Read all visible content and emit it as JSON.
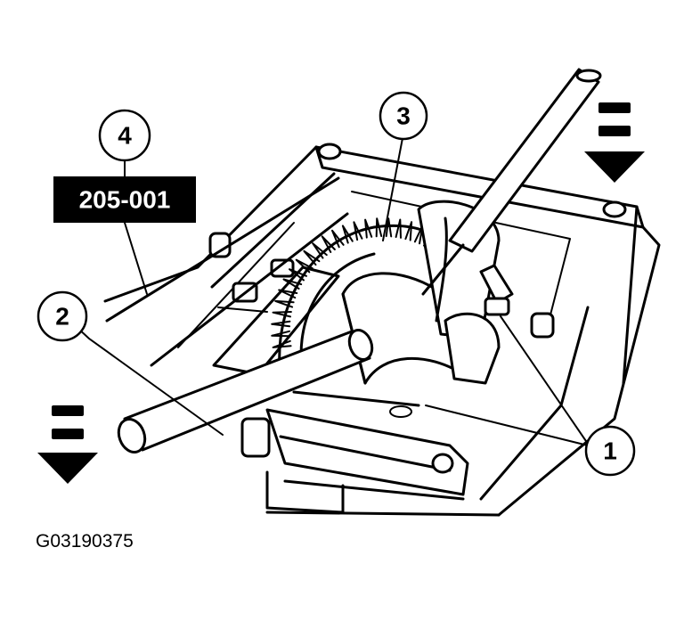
{
  "callouts": [
    {
      "label": "1"
    },
    {
      "label": "2"
    },
    {
      "label": "3"
    },
    {
      "label": "4"
    }
  ],
  "tool_number": "205-001",
  "figure_id": "G03190375",
  "icons": [
    "press-down-arrow-icon"
  ],
  "colors": {
    "ink": "#000000",
    "paper": "#ffffff",
    "tool_box": "#000000"
  }
}
